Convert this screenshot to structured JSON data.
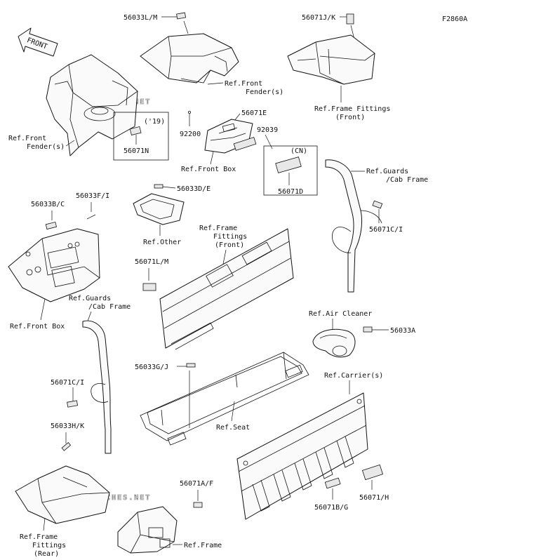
{
  "diagram_code": "F2860A",
  "front_arrow_label": "FRONT",
  "watermark_text": "MICROFICHES.NET",
  "callouts": {
    "c56033LM": "56033L/M",
    "c56071JK": "56071J/K",
    "c56071E": "56071E",
    "c92200": "92200",
    "c92039": "92039",
    "c56071N_year": "('19)",
    "c56071N": "56071N",
    "c56071D_region": "(CN)",
    "c56071D": "56071D",
    "c56033BC": "56033B/C",
    "c56033FI": "56033F/I",
    "c56033DE": "56033D/E",
    "c56071CI_upper": "56071C/I",
    "c56071LM": "56071L/M",
    "c56033A": "56033A",
    "c56033GJ": "56033G/J",
    "c56071CI_lower": "56071C/I",
    "c56033HK": "56033H/K",
    "c56071AF": "56071A/F",
    "c56071BG": "56071B/G",
    "c56071H": "56071/H"
  },
  "refs": {
    "front_fender_top_1": "Ref.Front",
    "front_fender_top_2": "Fender(s)",
    "frame_fittings_front_top_1": "Ref.Frame Fittings",
    "frame_fittings_front_top_2": "(Front)",
    "front_fender_left_1": "Ref.Front",
    "front_fender_left_2": "Fender(s)",
    "front_box_mid": "Ref.Front Box",
    "guards_upper_1": "Ref.Guards",
    "guards_upper_2": "/Cab Frame",
    "other": "Ref.Other",
    "frame_fittings_center_1": "Ref.Frame",
    "frame_fittings_center_2": "Fittings",
    "frame_fittings_center_3": "(Front)",
    "front_box_left": "Ref.Front Box",
    "guards_lower_1": "Ref.Guards",
    "guards_lower_2": "/Cab Frame",
    "air_cleaner": "Ref.Air Cleaner",
    "carriers": "Ref.Carrier(s)",
    "seat": "Ref.Seat",
    "frame_fittings_rear_1": "Ref.Frame",
    "frame_fittings_rear_2": "Fittings",
    "frame_fittings_rear_3": "(Rear)",
    "frame": "Ref.Frame"
  }
}
